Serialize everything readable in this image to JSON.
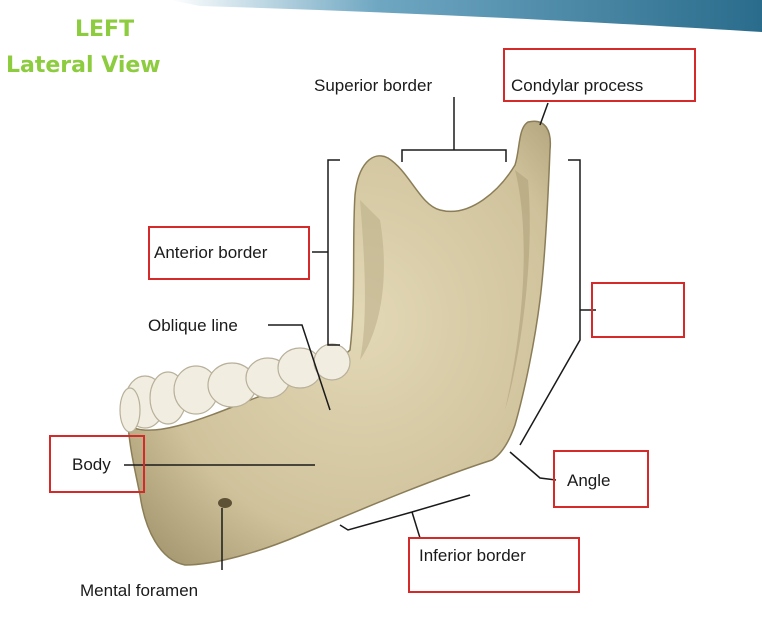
{
  "header": {
    "title_line1": "LEFT",
    "title_line2": "Lateral View",
    "title_color": "#8ccc3e",
    "banner_color": "#2a6c8c"
  },
  "labels": {
    "superior_border": "Superior border",
    "condylar_process": "Condylar process",
    "anterior_border": "Anterior border",
    "oblique_line": "Oblique line",
    "body": "Body",
    "angle": "Angle",
    "inferior_border": "Inferior border",
    "mental_foramen": "Mental foramen",
    "hidden_label": ""
  },
  "colors": {
    "bone": "#d6caa6",
    "bone_shadow": "#a89a72",
    "tooth": "#f1ede0",
    "highlight_box": "#d42a2a"
  }
}
